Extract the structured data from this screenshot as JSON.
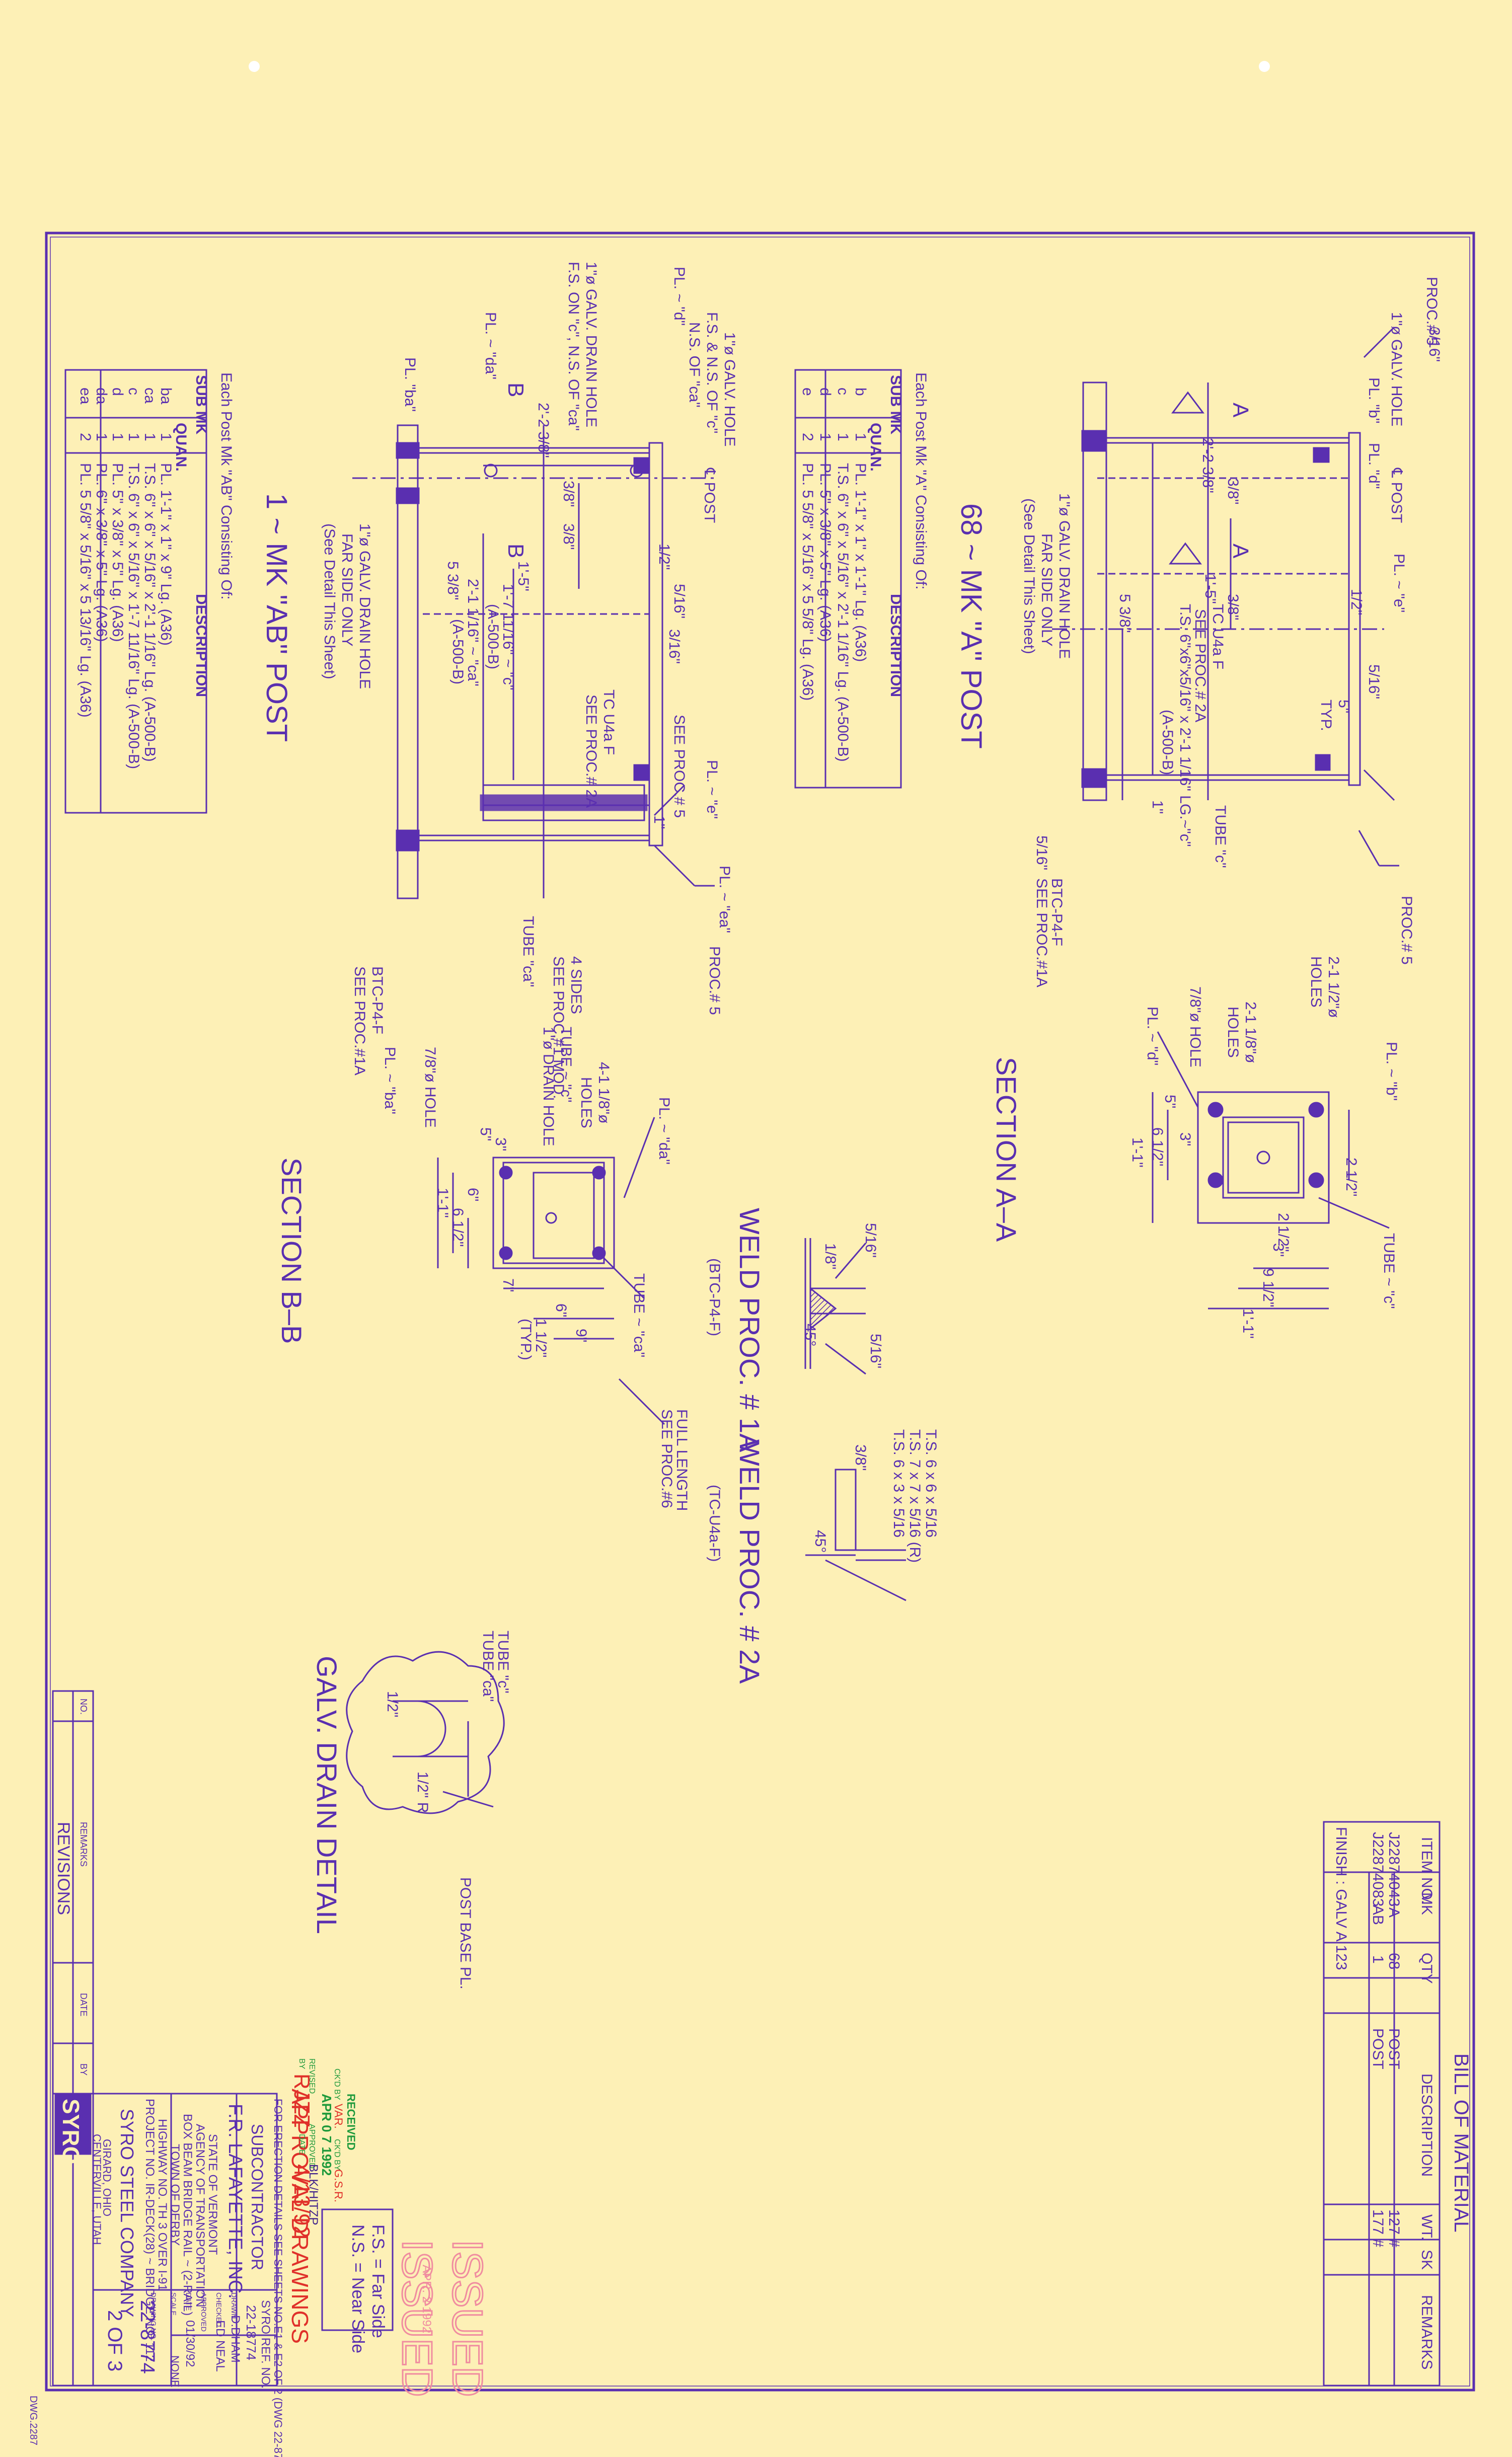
{
  "colors": {
    "paper": "#fdf0b6",
    "ink": "#5a2fb0",
    "ink_dark": "#3d1f8a",
    "stamp_red": "#e0302a",
    "stamp_green": "#1f9a3c",
    "stamp_issued": "#f08ca0"
  },
  "mk_a": {
    "title": "68 ~ MK \"A\" POST",
    "note1": "1\"ø GALV. DRAIN HOLE",
    "note2": "FAR SIDE ONLY",
    "note3": "(See Detail This Sheet)",
    "galv_hole": "1\"ø GALV. HOLE",
    "cl_post": "℄ POST",
    "tube_spec": "T.S. 6\"x6\"x5/16\" x 2'-1 1/16\" LG.~\"c\"",
    "astm": "(A-500-B)",
    "tube_c": "TUBE \"c\"",
    "tc": "TC U4a F",
    "see_proc": "SEE PROC.# 2A",
    "btc": "BTC-P4-F",
    "see_proc_1a": "SEE PROC.#1A",
    "proc5": "PROC.# 5",
    "pl_b": "PL. \"b\"",
    "pl_d": "PL. \"d\"",
    "pl_e": "PL. ~ \"e\"",
    "section": "A",
    "dims": [
      "2'-2 3/8\"",
      "3/8\"",
      "3/8\"",
      "1'-5\"",
      "5 3/8\"",
      "1/2\"",
      "5/16\"",
      "3/16\"",
      "5\"",
      "TYP.",
      "1\"",
      "5/16\""
    ],
    "bom_caption": "Each Post Mk \"A\" Consisting Of:",
    "bom_headers": [
      "SUB MK",
      "QUAN.",
      "DESCRIPTION"
    ],
    "bom_rows": [
      [
        "b",
        "1",
        "PL. 1'-1\" x 1\" x 1'-1\" Lg. (A36)"
      ],
      [
        "c",
        "1",
        "T.S. 6\" x 6\" x 5/16\" x 2'-1 1/16\" Lg. (A-500-B)"
      ],
      [
        "d",
        "1",
        "PL. 5\" x 3/8\" x 5\" Lg. (A36)"
      ],
      [
        "e",
        "2",
        "PL. 5 5/8\" x 5/16\" x 5 5/8\" Lg. (A36)"
      ]
    ]
  },
  "mk_ab": {
    "title": "1 ~ MK \"AB\" POST",
    "note1": "1\"ø GALV. DRAIN HOLE",
    "note2": "F.S. ON \"c\", N.S. OF \"ca\"",
    "note3": "1\"ø GALV. DRAIN HOLE",
    "note4": "FAR SIDE ONLY",
    "note5": "(See Detail This Sheet)",
    "galv_hole": "1\"ø GALV. HOLE",
    "galv_hole_2": "F.S. & N.S. OF \"c\"",
    "galv_hole_3": "N.S. OF \"ca\"",
    "cl_post": "℄ POST",
    "pl_d": "PL. ~ \"d\"",
    "pl_da": "PL. ~ \"da\"",
    "pl_ba": "PL. \"ba\"",
    "pl_e": "PL. ~ \"e\"",
    "pl_ea": "PL. ~ \"ea\"",
    "tube_ca": "TUBE \"ca\"",
    "section": "B",
    "dims": [
      "2'-2 3/8\"",
      "3/8\"",
      "3/8\"",
      "1'-5\"",
      "5 3/8\"",
      "1/2\"",
      "5/16\"",
      "1'-7 11/16\" ~ \"c\"",
      "(A-500-B)",
      "2'-1 1/16\" ~ \"ca\"",
      "(A-500-B)",
      "3/16\"",
      "1\""
    ],
    "see_proc": "SEE PROC.# 5",
    "see_proc_2a": "SEE PROC.# 2A",
    "tc": "TC U4a F",
    "sides": "4 SIDES",
    "see_proc_1": "SEE PROC.#1 MOD.",
    "btc": "BTC-P4-F",
    "see_proc_1a": "SEE PROC.#1A",
    "proc5": "PROC.# 5",
    "bom_caption": "Each Post Mk \"AB\" Consisting Of:",
    "bom_headers": [
      "SUB MK",
      "QUAN.",
      "DESCRIPTION"
    ],
    "bom_rows": [
      [
        "ba",
        "1",
        "PL. 1'-1\" x 1\" x 9\" Lg. (A36)"
      ],
      [
        "ca",
        "1",
        "T.S. 6\" x 6\" x 5/16\" x 2'-1 1/16\" Lg. (A-500-B)"
      ],
      [
        "c",
        "1",
        "T.S. 6\" x 6\" x 5/16\" x 1'-7 11/16\" Lg. (A-500-B)"
      ],
      [
        "d",
        "1",
        "PL. 5\" x 3/8\" x 5\" Lg. (A36)"
      ],
      [
        "da",
        "1",
        "PL. 6\" x 3/8\" x 5\" Lg. (A36)"
      ],
      [
        "ea",
        "2",
        "PL. 5 5/8\" x 5/16\" x 5 13/16\" Lg. (A36)"
      ]
    ]
  },
  "section_aa": {
    "title": "SECTION A–A",
    "holes": "2-1 1/2\"ø",
    "holes2": "HOLES",
    "holes_small": "2-1 1/8\"ø",
    "hole_78": "7/8\"ø HOLE",
    "pl_b": "PL. ~ \"b\"",
    "pl_d": "PL. ~ \"d\"",
    "tube_c": "TUBE ~ \"c\"",
    "dims": [
      "1'-1\"",
      "9 1/2\"",
      "3\"",
      "2 1/2\"",
      "6 1/2\"",
      "5\"",
      "3\"",
      "2 1/2\"",
      "1'-1\""
    ]
  },
  "section_bb": {
    "title": "SECTION B–B",
    "holes": "4-1 1/8\"ø",
    "holes2": "HOLES",
    "hole_78": "7/8\"ø HOLE",
    "drain": "1\"ø DRAIN HOLE",
    "pl_ba": "PL. ~ \"ba\"",
    "pl_da": "PL. ~ \"da\"",
    "tube_c": "TUBE ~ \"c\"",
    "tube_ca": "TUBE ~ \"ca\"",
    "full_length": "FULL LENGTH",
    "see_proc6": "SEE PROC.#6",
    "dims": [
      "1'-1\"",
      "6 1/2\"",
      "6\"",
      "7\"",
      "1 1/2\"",
      "(TYP.)",
      "6\"",
      "9\"",
      "5\"",
      "3\""
    ]
  },
  "weld_1a": {
    "title": "WELD PROC. # 1A",
    "sub": "(BTC-P4-F)",
    "dims": [
      "5/16\"",
      "1/8\"",
      "45°",
      "5/16\""
    ]
  },
  "weld_2a": {
    "title": "WELD PROC. # 2A",
    "sub": "(TC-U4a-F)",
    "specs": [
      "T.S. 6 x 6 x 5/16",
      "T.S. 7 x 7 x 5/16 (R)",
      "T.S. 6 x 3 x 5/16"
    ],
    "dims": [
      "3/8\"",
      "45°"
    ]
  },
  "galv_detail": {
    "title": "GALV. DRAIN DETAIL",
    "tube_c": "TUBE \"c\"",
    "tube_ca": "TUBE \"ca\"",
    "post_base": "POST BASE PL.",
    "dims": [
      "1/2\"",
      "1/2\" R"
    ]
  },
  "bill": {
    "title": "BILL OF MATERIAL",
    "headers": [
      "ITEM NO.",
      "MK",
      "QTY",
      "DESCRIPTION",
      "WT.",
      "SK",
      "REMARKS"
    ],
    "rows": [
      [
        "J22874043",
        "A",
        "68",
        "POST",
        "127 #",
        "",
        ""
      ],
      [
        "J22874083",
        "AB",
        "1",
        "POST",
        "177 #",
        "",
        ""
      ]
    ],
    "finish": "FINISH : GALV A 123"
  },
  "legend": {
    "line1": "F.S. = Far Side",
    "line2": "N.S. = Near Side"
  },
  "stamps": {
    "issued": "ISSUED",
    "issued_date": "APR. 2 1992",
    "received": "RECEIVED",
    "ckd_by": "CK'D BY",
    "ckd_val": "VAR.",
    "ckd2": "CK'D BY",
    "ckd2_val": "G.S.R.",
    "received_date": "APR 0 7 1992",
    "approval_drawings": "APPROVAL DRAWINGS",
    "approval_note": "FOR ERECTION DETAILS SEE SHEETS NO.E1 & E2 OF 2 (DWG 22-8774)",
    "revised": "REVISED",
    "approved": "APPROVED",
    "by": "BY",
    "date": "DATE",
    "approved_val": "BLK/HITZP",
    "by_val": "RJZZ",
    "date_val": "4/13/92"
  },
  "title_block": {
    "subcontractor_label": "SUBCONTRACTOR",
    "subcontractor": "F.R. LAFAYETTE, INC.",
    "syro_ref_label": "SYRO REF. NO.",
    "syro_ref": "22-18774",
    "project_lines": [
      "STATE OF VERMONT",
      "AGENCY OF TRANSPORTATION",
      "BOX BEAM BRIDGE RAIL ~ (2-RAIL)",
      "TOWN OF DERBY",
      "HIGHWAY NO. TH 3 OVER I-91",
      "PROJECT NO. IR-DECK(28) ~ BRIDGE NO. 112"
    ],
    "drawn_label": "DRAWN",
    "drawn": "D.DHAM",
    "checked_label": "CHECKED",
    "checked": "ED NEAL",
    "approved_label": "APPROVED",
    "date_label": "DATE",
    "date": "01/30/92",
    "scale_label": "SCALE",
    "scale": "NONE",
    "drawing_label": "DRAWING NO.",
    "drawing": "22-8774",
    "sheet": "2 OF 3",
    "company": "SYRO STEEL COMPANY",
    "company_city": "GIRARD, OHIO",
    "company_city2": "CENTERVILLE, UTAH",
    "logo": "SYRO",
    "revisions": "REVISIONS",
    "rev_cols": [
      "NO.",
      "REMARKS",
      "DATE",
      "BY"
    ],
    "corner": "DWG.2287"
  }
}
